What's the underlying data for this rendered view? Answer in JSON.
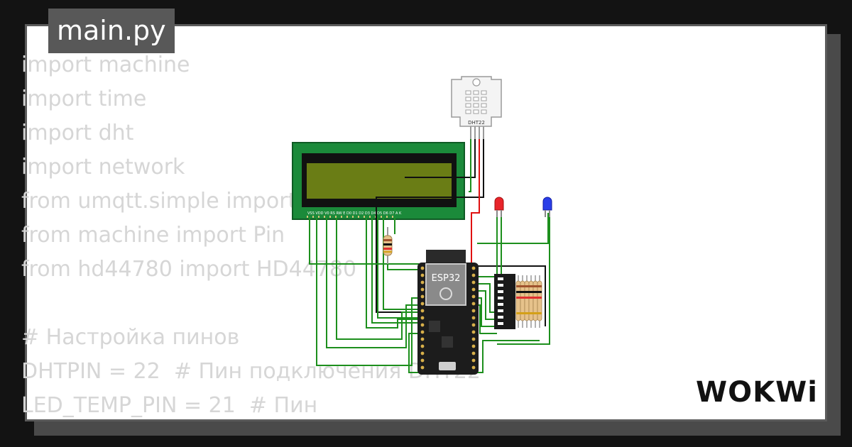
{
  "filename": "main.py",
  "code_lines": [
    "import machine",
    "import time",
    "import dht",
    "import network",
    "from umqtt.simple import MQTTClient",
    "from machine import Pin",
    "from hd44780 import HD44780",
    "",
    "# Настройка пинов",
    "DHTPIN = 22  # Пин подключения DHT22",
    "LED_TEMP_PIN = 21  # Пин"
  ],
  "sensor_label": "DHT22",
  "board_label": "ESP32",
  "lcd_pin_labels": "VSS VDD V0 RS RW E D0 D1 D2 D3 D4 D5 D6 D7 A K",
  "logo_text": "WOKWi",
  "colors": {
    "wire_green": "#1d8f1d",
    "wire_black": "#111111",
    "wire_red": "#e01010",
    "led_red": "#e8242a",
    "led_blue": "#2a3ee8",
    "lcd_pcb": "#1b8a3a",
    "lcd_screen": "#6a7d15",
    "board": "#1c1c1c"
  }
}
